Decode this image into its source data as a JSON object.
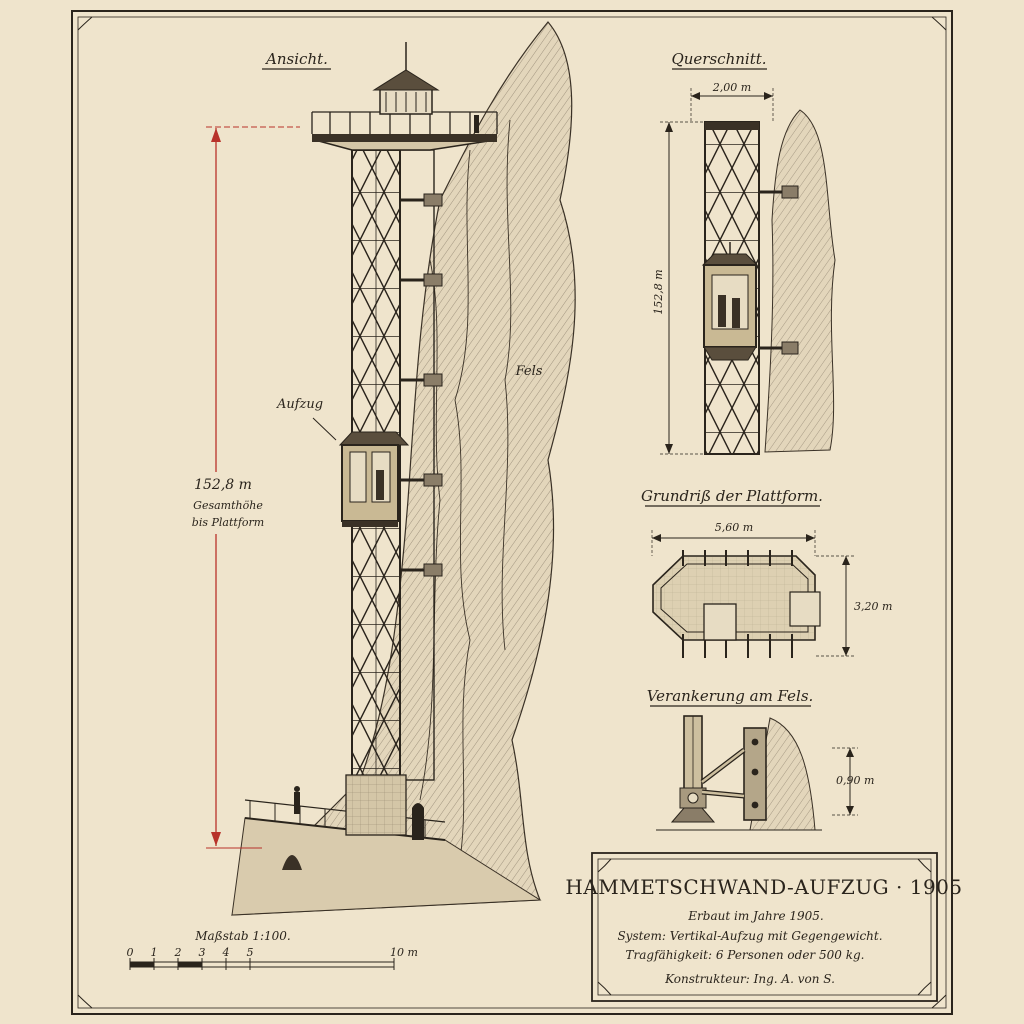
{
  "headings": {
    "view": "Ansicht.",
    "section": "Querschnitt.",
    "plan": "Grundriß der Plattform.",
    "anchor": "Verankerung am Fels."
  },
  "labels": {
    "rock": "Fels",
    "lift": "Aufzug"
  },
  "dimensions": {
    "total_height": "152,8 m",
    "total_height_note_1": "Gesamthöhe",
    "total_height_note_2": "bis Plattform",
    "section_width": "2,00 m",
    "section_height": "152,8 m",
    "plan_width": "5,60 m",
    "plan_depth": "3,20 m",
    "anchor_height": "0,90 m"
  },
  "scale": {
    "label": "Maßstab 1:100.",
    "ticks": [
      "0",
      "1",
      "2",
      "3",
      "4",
      "5"
    ],
    "end": "10 m"
  },
  "title_block": {
    "title": "HAMMETSCHWAND-AUFZUG · 1905",
    "line1": "Erbaut im Jahre 1905.",
    "line2": "System: Vertikal-Aufzug mit Gegengewicht.",
    "line3": "Tragfähigkeit: 6 Personen oder 500 kg.",
    "line4": "Konstrukteur:  Ing. A. von S."
  },
  "colors": {
    "paper": "#efe4cc",
    "ink": "#2a241c",
    "dimension_red": "#b8322a"
  }
}
